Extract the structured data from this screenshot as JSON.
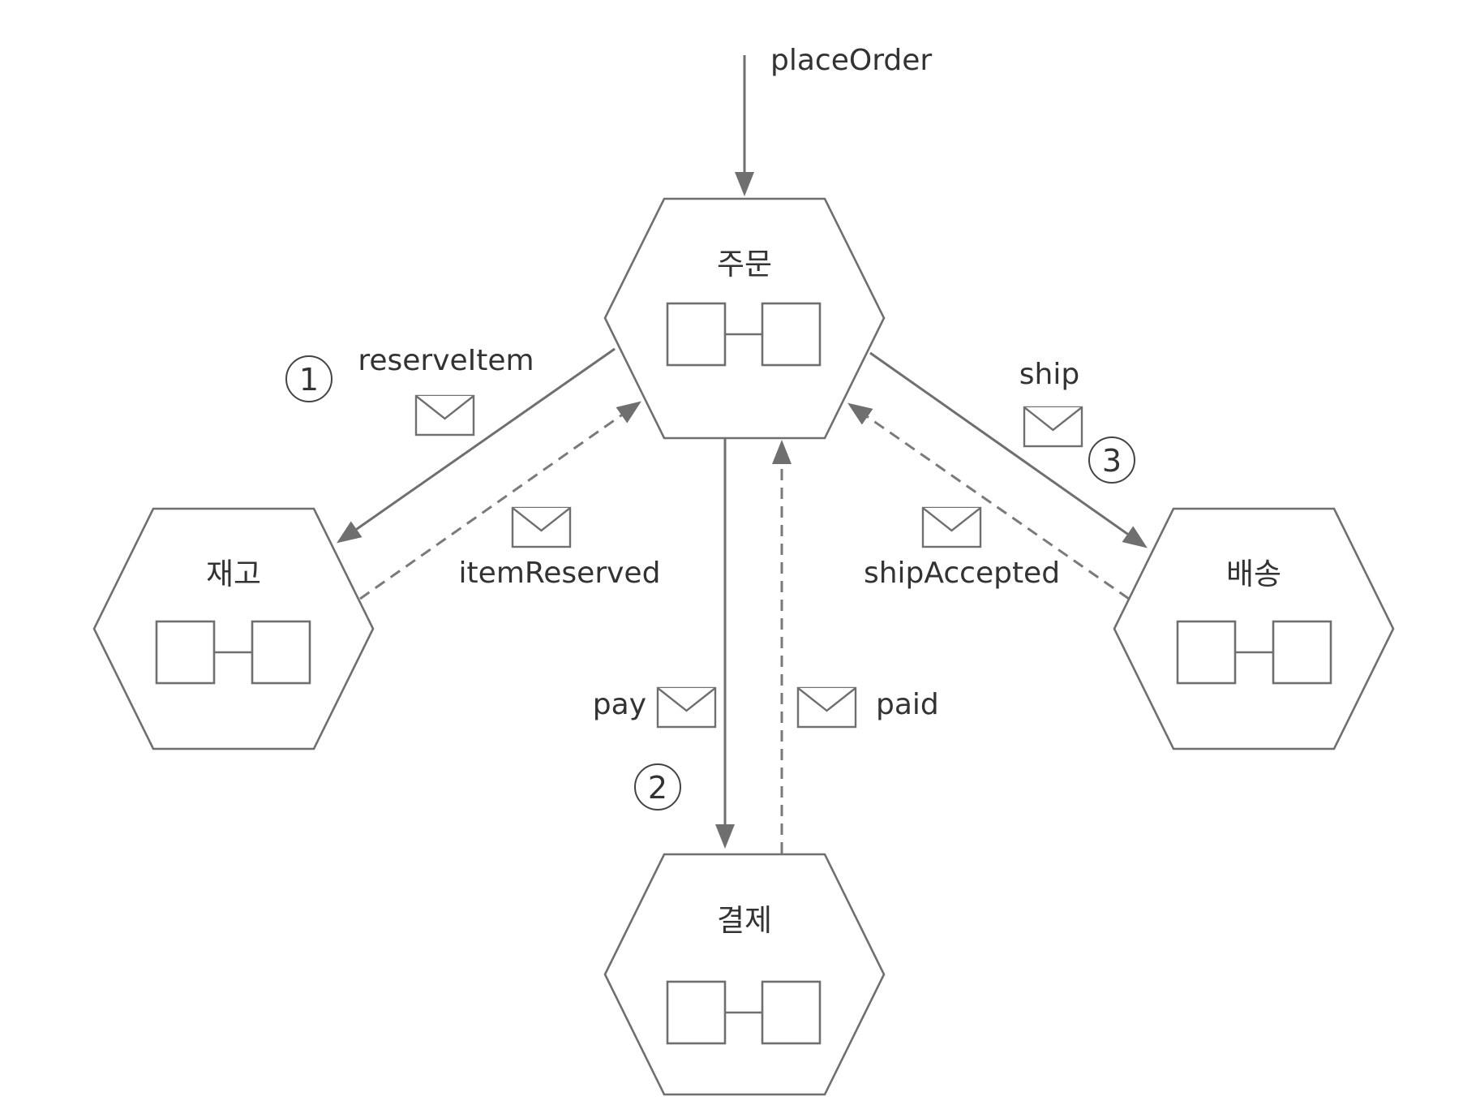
{
  "diagram": {
    "entry": {
      "label": "placeOrder"
    },
    "services": {
      "order": {
        "label": "주문"
      },
      "inventory": {
        "label": "재고"
      },
      "payment": {
        "label": "결제"
      },
      "shipping": {
        "label": "배송"
      }
    },
    "messages": {
      "reserve_item": {
        "label": "reserveItem"
      },
      "item_reserved": {
        "label": "itemReserved"
      },
      "pay": {
        "label": "pay"
      },
      "paid": {
        "label": "paid"
      },
      "ship": {
        "label": "ship"
      },
      "ship_accepted": {
        "label": "shipAccepted"
      }
    },
    "steps": [
      {
        "number": "1"
      },
      {
        "number": "2"
      },
      {
        "number": "3"
      }
    ],
    "colors": {
      "stroke": "#6f6f6f",
      "text": "#333333",
      "background": "#ffffff"
    },
    "icons": {
      "message": "envelope-icon",
      "component": "component-icon"
    }
  }
}
